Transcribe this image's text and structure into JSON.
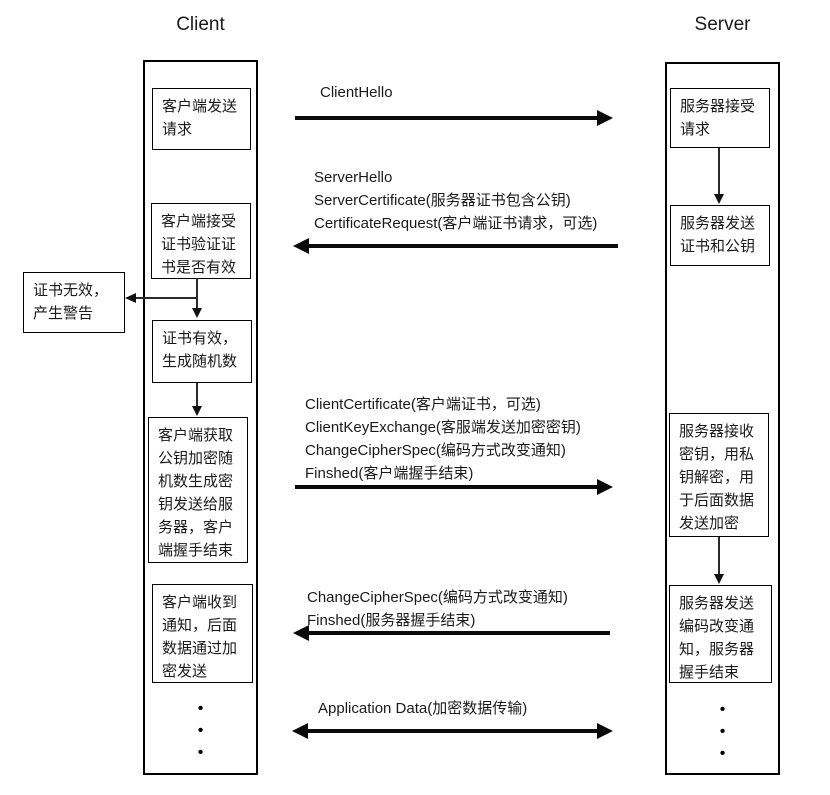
{
  "titles": {
    "client": "Client",
    "server": "Server"
  },
  "client_lane": {
    "boxes": [
      "客户端发送请求",
      "客户端接受证书验证证书是否有效",
      "证书有效，生成随机数",
      "客户端获取公钥加密随机数生成密钥发送给服务器，客户端握手结束",
      "客户端收到通知，后面数据通过加密发送"
    ]
  },
  "server_lane": {
    "boxes": [
      "服务器接受请求",
      "服务器发送证书和公钥",
      "服务器接收密钥，用私钥解密，用于后面数据发送加密",
      "服务器发送编码改变通知，服务器握手结束"
    ]
  },
  "warning_box": "证书无效，产生警告",
  "messages": [
    {
      "direction": "right",
      "lines": [
        "ClientHello"
      ]
    },
    {
      "direction": "left",
      "lines": [
        "ServerHello",
        "ServerCertificate(服务器证书包含公钥)",
        "CertificateRequest(客户端证书请求，可选)"
      ]
    },
    {
      "direction": "right",
      "lines": [
        "ClientCertificate(客户端证书，可选)",
        "ClientKeyExchange(客服端发送加密密钥)",
        "ChangeCipherSpec(编码方式改变通知)",
        "Finshed(客户端握手结束)"
      ]
    },
    {
      "direction": "left",
      "lines": [
        "ChangeCipherSpec(编码方式改变通知)",
        "Finshed(服务器握手结束)"
      ]
    },
    {
      "direction": "both",
      "lines": [
        "Application Data(加密数据传输)"
      ]
    }
  ],
  "ellipsis": "•\n•\n•",
  "colors": {
    "line": "#0a0a0a",
    "background": "#ffffff",
    "text": "#1a1a1a"
  }
}
